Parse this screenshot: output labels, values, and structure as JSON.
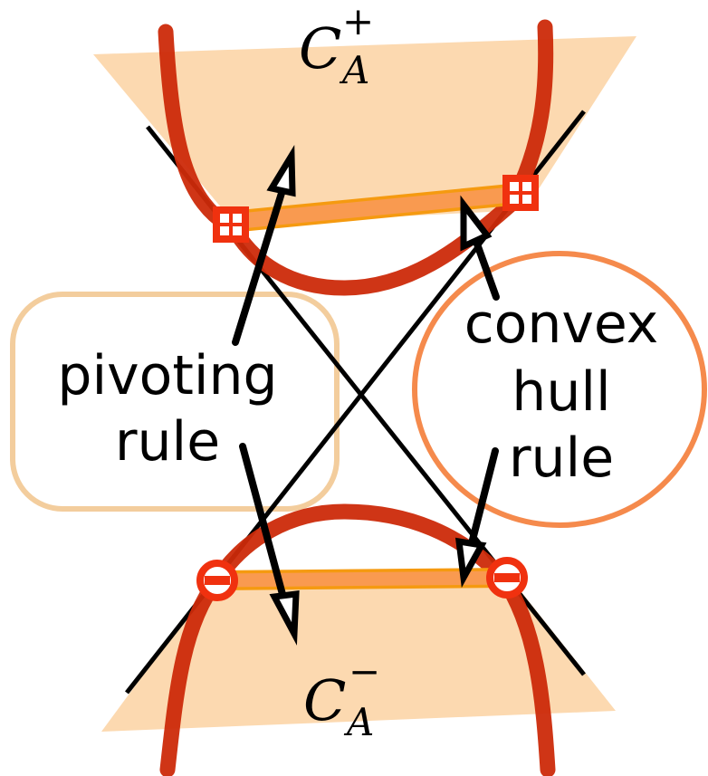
{
  "labels": {
    "cplus_base": "C",
    "cplus_sup": "+",
    "cplus_sub": "A",
    "cminus_base": "C",
    "cminus_sup": "−",
    "cminus_sub": "A",
    "pivot_line1": "pivoting",
    "pivot_line2": "rule",
    "hull_line1": "convex",
    "hull_line2": "hull",
    "hull_line3": "rule"
  },
  "colors": {
    "region_fill": "#fcd9b0",
    "curve": "#cc2a0a",
    "segment": "#f99a50",
    "segment_edge": "#f59a10",
    "marker": "#f0310f",
    "pivot_box": "#f2c892",
    "hull_circle": "#f58a4c",
    "line": "#000000"
  },
  "icons": {
    "plus_marker": "square-with-plus-icon",
    "minus_marker": "circle-with-minus-icon"
  }
}
